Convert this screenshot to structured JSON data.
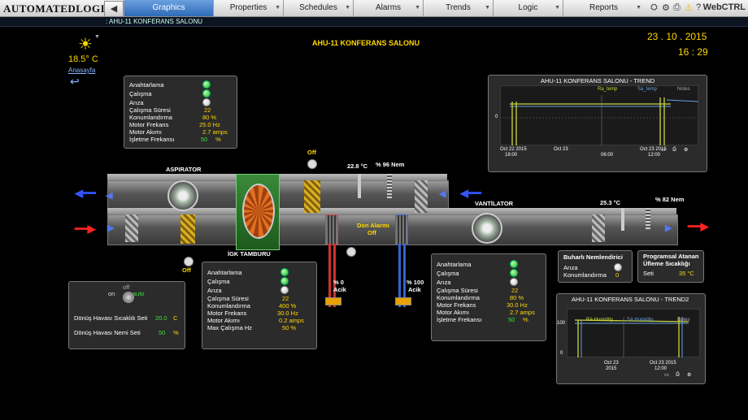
{
  "app": {
    "logo": "AUTOMATEDLOGIC",
    "logo_mark": "®",
    "webctrl": "WebCTRL"
  },
  "nav": {
    "back_icon": "back-arrow-icon",
    "tabs": [
      {
        "label": "Graphics",
        "active": true
      },
      {
        "label": "Properties"
      },
      {
        "label": "Schedules"
      },
      {
        "label": "Alarms"
      },
      {
        "label": "Trends"
      },
      {
        "label": "Logic"
      },
      {
        "label": "Reports"
      }
    ]
  },
  "breadcrumb": ": AHU-11 KONFERANS SALONU",
  "title": "AHU-11 KONFERANS SALONU",
  "date": "23 . 10 . 2015",
  "time": "16 : 29",
  "weather": {
    "temp": "18.5° C",
    "home": "Anasayfa"
  },
  "panel_asp": {
    "rows": [
      "Anahtarlama",
      "Çalışma",
      "Arıza",
      "Çalışma Süresi",
      "Konumlandırma",
      "Motor Frekans",
      "Motor Akımı",
      "İşletme Frekansı"
    ],
    "values": [
      "22",
      "80  %",
      "25.0  Hz",
      "2.7  amps",
      "50"
    ],
    "unit_pct": "%"
  },
  "panel_igk": {
    "rows": [
      "Anahtarlama",
      "Çalışma",
      "Arıza",
      "Çalışma Süresi",
      "Konumlandırma",
      "Motor Frekans",
      "Motor Akımı",
      "Max Çalışma Hz"
    ],
    "values": [
      "22",
      "400  %",
      "30.0  Hz",
      "0.2  amps",
      "50  %"
    ]
  },
  "panel_van": {
    "rows": [
      "Anahtarlama",
      "Çalışma",
      "Arıza",
      "Çalışma Süresi",
      "Konumlandırma",
      "Motor Frekans",
      "Motor Akımı",
      "İşletme Frekansı"
    ],
    "values": [
      "22",
      "80  %",
      "30.0  Hz",
      "2.7  amps",
      "50"
    ],
    "unit_pct": "%"
  },
  "panel_set": {
    "off": "off",
    "on": "on",
    "auto": "auto",
    "row1": "Dönüş Havası Sıcaklık Seti",
    "val1": "20.0",
    "unit1": "C",
    "row2": "Dönüş Havası Nemi Seti",
    "val2": "50",
    "unit2": "%"
  },
  "panel_hum": {
    "title": "Buharlı Nemlendirici",
    "row1": "Arıza",
    "row2": "Konumlandırma",
    "val2": "0"
  },
  "panel_sched": {
    "title1": "Programsal Atanan",
    "title2": "Üfleme Sıcaklığı",
    "row": "Seti",
    "val": "35  °C"
  },
  "ahu": {
    "aspirator": "ASPIRATOR",
    "ventilator": "VANTİLATOR",
    "wheel": "İGK TAMBURU",
    "damper_top": "Off",
    "damper_bottom": "Off",
    "temp1": "22.8 °C",
    "hum1": "% 96  Nem",
    "temp2": "25.3 °C",
    "hum2": "% 82  Nem",
    "freeze1": "Don Alarmı",
    "freeze2": "Off",
    "valve1_pct": "% 0",
    "valve1_state": "Acik",
    "valve2_pct": "% 100",
    "valve2_state": "Acik"
  },
  "trend1": {
    "title": "AHU-11 KONFERANS SALONU - TREND",
    "legend": [
      "Ra_temp",
      "Sa_temp"
    ],
    "notes": "Notes",
    "ytick": "0",
    "xticks": [
      "Oct 22 2015",
      "Oct 23",
      "Oct 23 2015"
    ],
    "xticks2": [
      "18:00",
      "06:00",
      "12:00"
    ]
  },
  "trend2": {
    "title": "AHU-11 KONFERANS SALONU - TREND2",
    "legend": [
      "RA Humidity",
      "SA Humidity"
    ],
    "notes": "Notes",
    "ytick": "100",
    "ytick0": "0",
    "xticks": [
      "Oct 23",
      "Oct 23 2015"
    ],
    "xticks2": [
      "2015",
      "12:00"
    ]
  },
  "colors": {
    "accent": "#ffd800",
    "ok": "#38e038",
    "nav_active": "#3b78c8"
  }
}
